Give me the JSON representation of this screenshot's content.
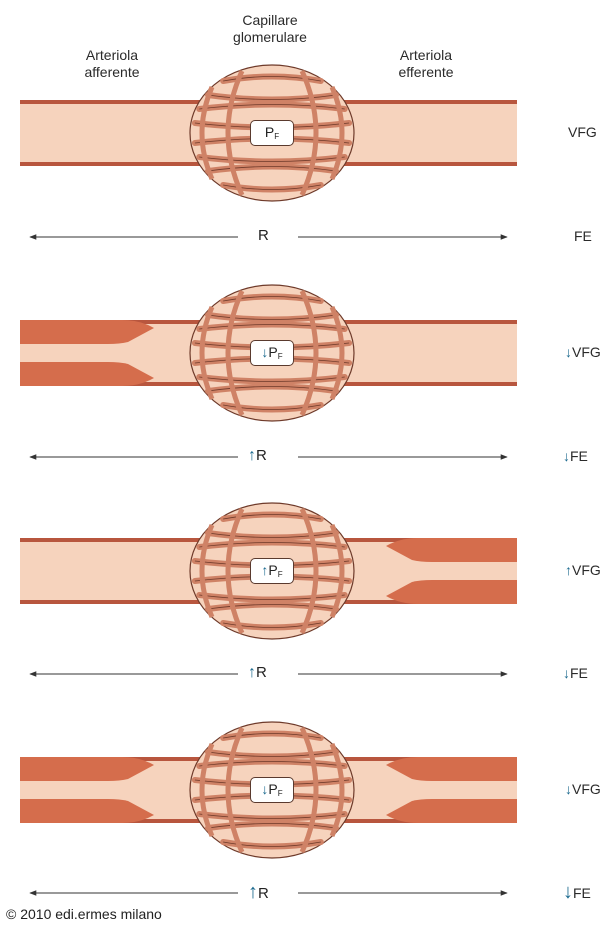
{
  "labels": {
    "afferent_line1": "Arteriola",
    "afferent_line2": "afferente",
    "capillary_line1": "Capillare",
    "capillary_line2": "glomerulare",
    "efferent_line1": "Arteriola",
    "efferent_line2": "efferente"
  },
  "symbols": {
    "pf_main": "P",
    "pf_sub": "F",
    "resistance": "R",
    "vfg": "VFG",
    "fe": "FE"
  },
  "panels": [
    {
      "constriction": "none",
      "pf_arrow": "",
      "r_arrow": "",
      "vfg_arrow": "",
      "fe_arrow": ""
    },
    {
      "constriction": "afferent",
      "pf_arrow": "↓",
      "r_arrow": "↑",
      "vfg_arrow": "↓",
      "fe_arrow": "↓"
    },
    {
      "constriction": "efferent",
      "pf_arrow": "↑",
      "r_arrow": "↑",
      "vfg_arrow": "↑",
      "fe_arrow": "↓"
    },
    {
      "constriction": "both",
      "pf_arrow": "↓",
      "r_arrow": "↑",
      "vfg_arrow": "↓",
      "fe_arrow": "↓"
    }
  ],
  "arrow_strength": [
    "none",
    "normal",
    "normal",
    "large"
  ],
  "colors": {
    "vessel_fill": "#f6d3bd",
    "vessel_wall": "#b8563e",
    "muscle": "#d56d4c",
    "capillary": "#cf8266",
    "capillary_edge": "#6e3a2a",
    "arrow_blue": "#1c6a8f"
  },
  "copyright": "© 2010 edi.ermes milano"
}
